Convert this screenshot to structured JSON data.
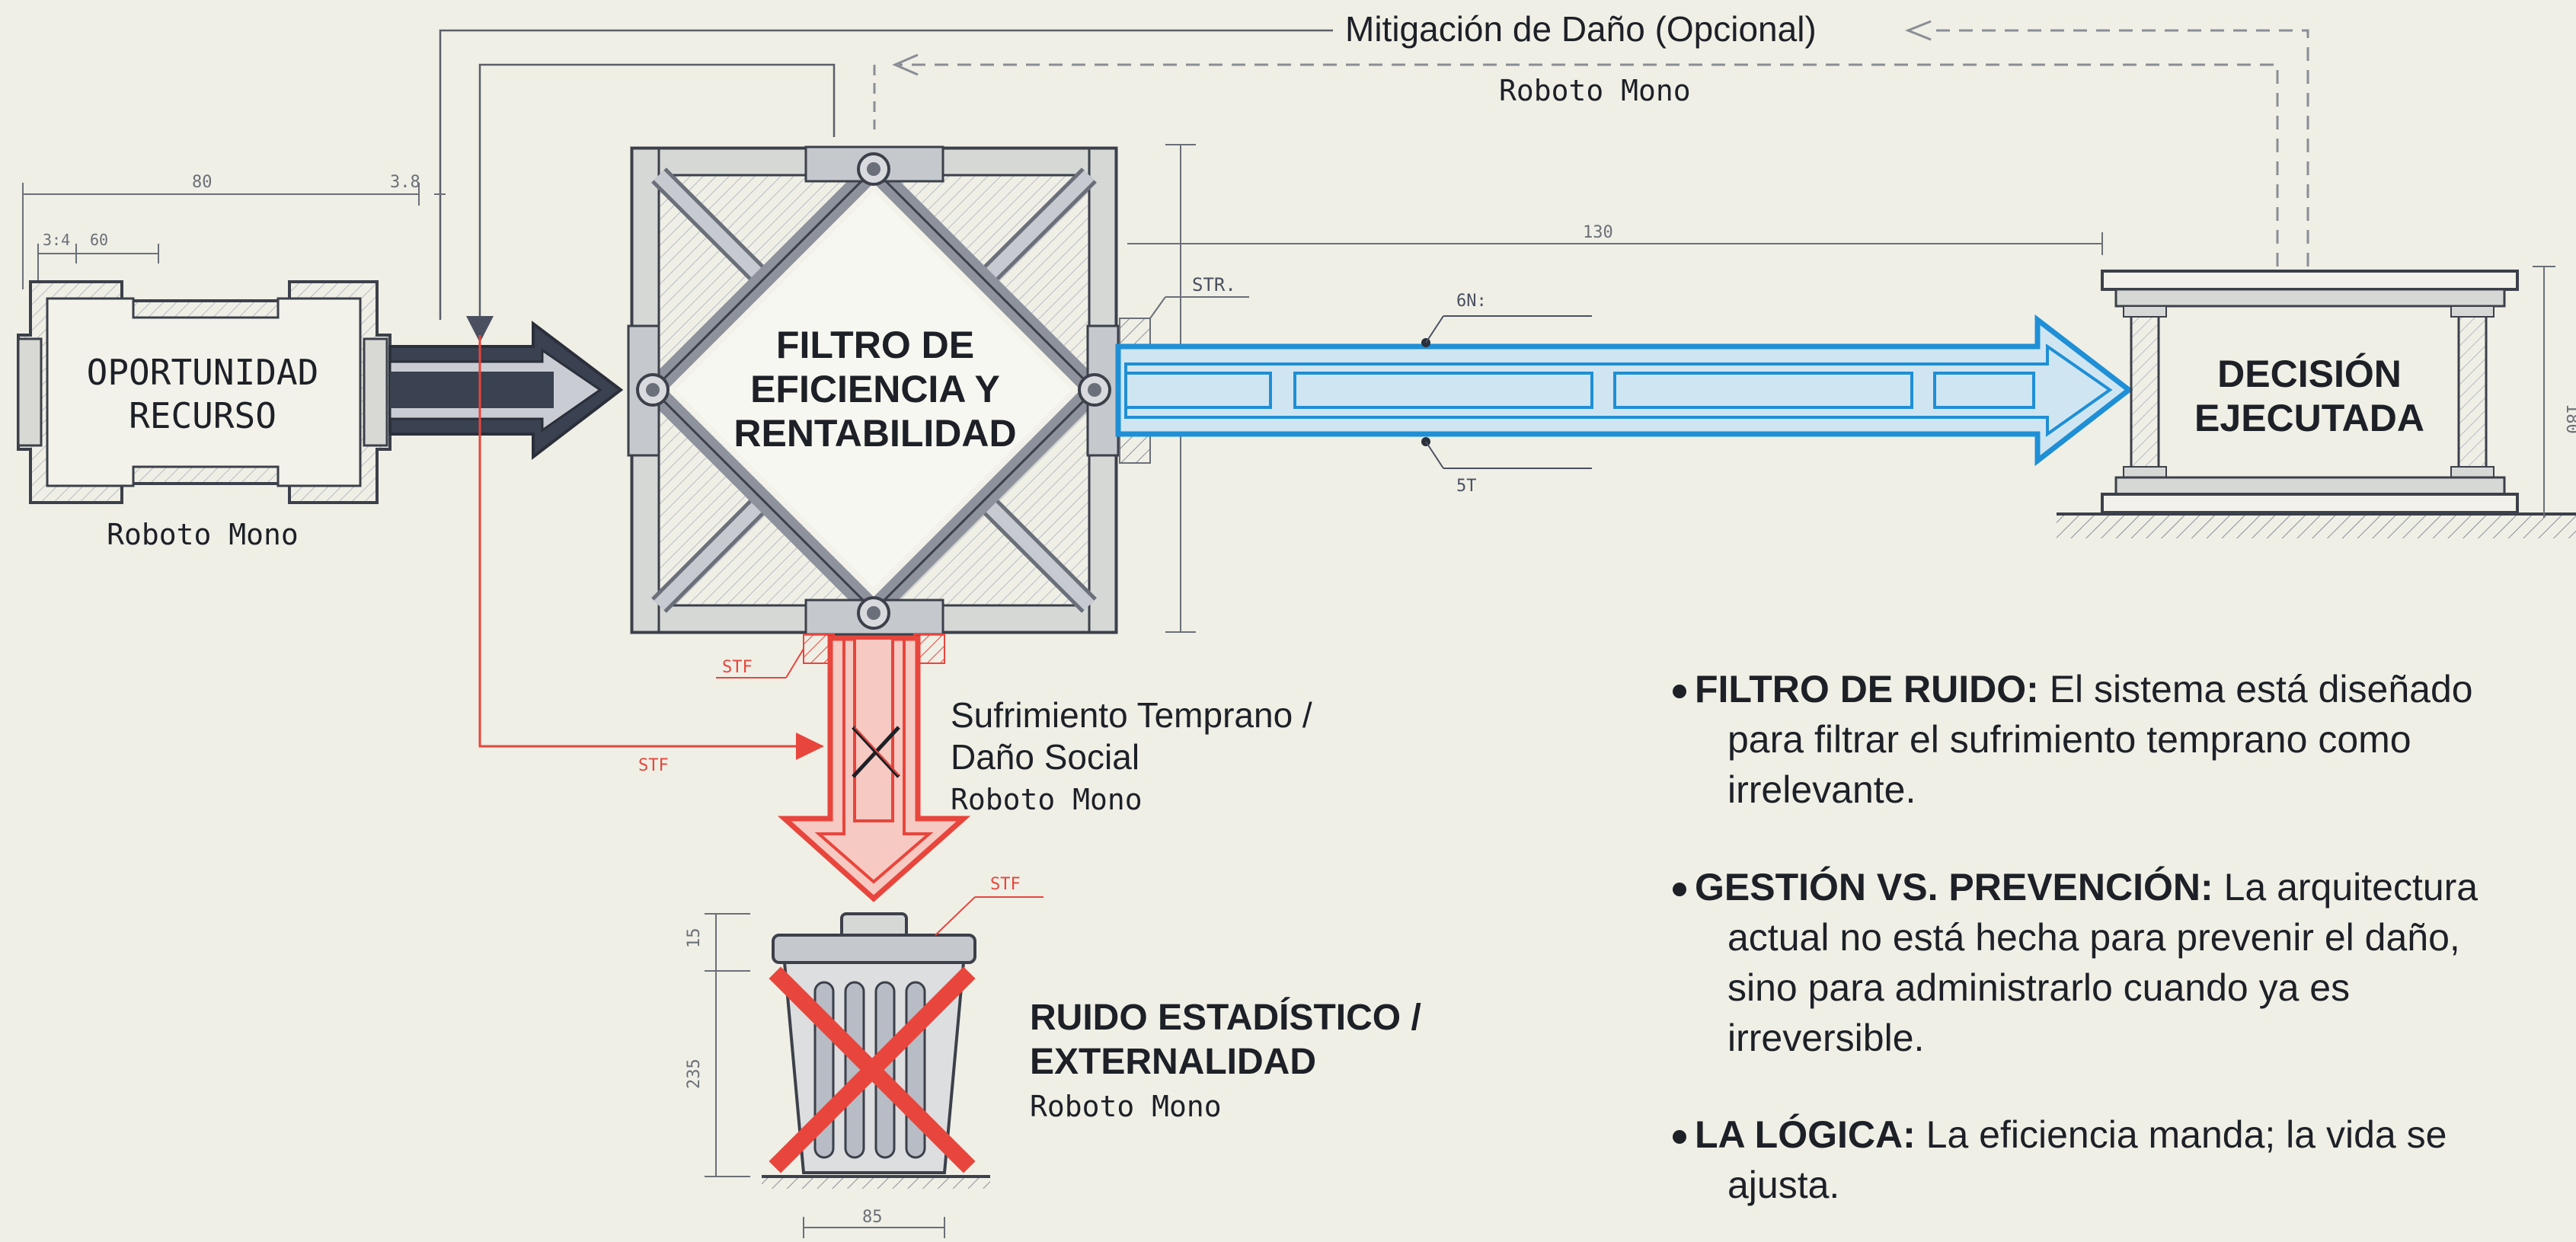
{
  "diagram": {
    "feedback_label": "Mitigación de Daño (Opcional)",
    "feedback_sub": "Roboto Mono",
    "source": {
      "line1": "OPORTUNIDAD",
      "line2": "RECURSO",
      "sub": "Roboto Mono"
    },
    "filter": {
      "line1": "FILTRO DE",
      "line2": "EFICIENCIA Y",
      "line3": "RENTABILIDAD"
    },
    "decision": {
      "line1": "DECISIÓN",
      "line2": "EJECUTADA"
    },
    "suffering": {
      "line1": "Sufrimiento Temprano /",
      "line2": "Daño Social",
      "sub": "Roboto Mono"
    },
    "trash": {
      "line1": "RUIDO ESTADÍSTICO /",
      "line2": "EXTERNALIDAD",
      "sub": "Roboto Mono"
    },
    "dims": {
      "d80": "80",
      "d3_8": "3.8",
      "d3_4": "3:4",
      "d60": "60",
      "d130": "130",
      "d180": "180",
      "d15": "15",
      "d235": "235",
      "d85": "85"
    },
    "tags": {
      "str": "STR.",
      "stf1": "STF",
      "stf2": "STF",
      "stf3": "STF",
      "sixn": "6N:",
      "five_t": "5T"
    }
  },
  "bullets": [
    {
      "head": "FILTRO DE RUIDO:",
      "lines": [
        " El sistema está diseñado",
        "para filtrar el sufrimiento temprano como",
        "irrelevante."
      ]
    },
    {
      "head": "GESTIÓN VS. PREVENCIÓN:",
      "lines": [
        " La arquitectura",
        "actual no está hecha para prevenir el daño,",
        "sino para administrarlo cuando ya es",
        "irreversible."
      ]
    },
    {
      "head": "LA LÓGICA:",
      "lines": [
        " La eficiencia manda; la vida se",
        "ajusta."
      ]
    }
  ],
  "colors": {
    "blue": "#1f8fd6",
    "blue_light": "#cfe6f2",
    "red": "#e8453c",
    "ink": "#1d2027",
    "steel": "#4a5060"
  }
}
